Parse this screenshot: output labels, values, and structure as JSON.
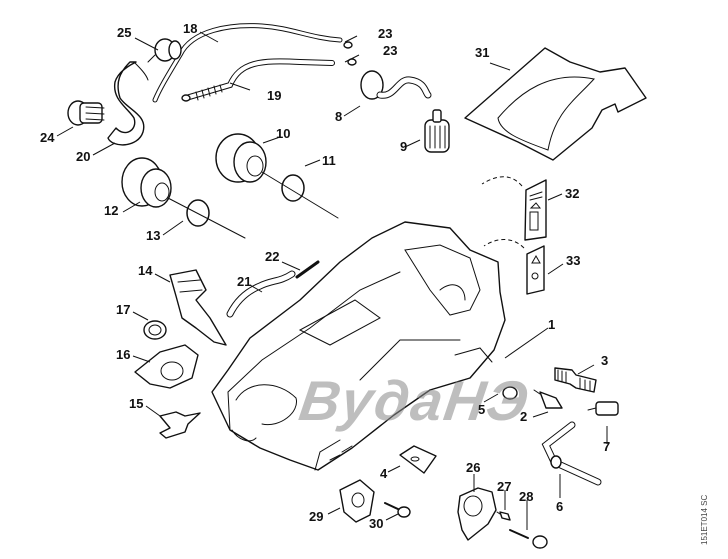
{
  "diagram": {
    "type": "exploded-parts-diagram",
    "drawing_code": "151ET014 SC",
    "watermark": "ВудаНЭ",
    "callouts": [
      {
        "id": "c1",
        "label": "1"
      },
      {
        "id": "c2",
        "label": "2"
      },
      {
        "id": "c3",
        "label": "3"
      },
      {
        "id": "c4",
        "label": "4"
      },
      {
        "id": "c5",
        "label": "5"
      },
      {
        "id": "c6",
        "label": "6"
      },
      {
        "id": "c7",
        "label": "7"
      },
      {
        "id": "c8",
        "label": "8"
      },
      {
        "id": "c9",
        "label": "9"
      },
      {
        "id": "c10",
        "label": "10"
      },
      {
        "id": "c11",
        "label": "11"
      },
      {
        "id": "c12",
        "label": "12"
      },
      {
        "id": "c13",
        "label": "13"
      },
      {
        "id": "c14",
        "label": "14"
      },
      {
        "id": "c15",
        "label": "15"
      },
      {
        "id": "c16",
        "label": "16"
      },
      {
        "id": "c17",
        "label": "17"
      },
      {
        "id": "c18",
        "label": "18"
      },
      {
        "id": "c19",
        "label": "19"
      },
      {
        "id": "c20",
        "label": "20"
      },
      {
        "id": "c21",
        "label": "21"
      },
      {
        "id": "c22",
        "label": "22"
      },
      {
        "id": "c23a",
        "label": "23"
      },
      {
        "id": "c23b",
        "label": "23"
      },
      {
        "id": "c24",
        "label": "24"
      },
      {
        "id": "c25",
        "label": "25"
      },
      {
        "id": "c26",
        "label": "26"
      },
      {
        "id": "c27",
        "label": "27"
      },
      {
        "id": "c28",
        "label": "28"
      },
      {
        "id": "c29",
        "label": "29"
      },
      {
        "id": "c30",
        "label": "30"
      },
      {
        "id": "c31",
        "label": "31"
      },
      {
        "id": "c32",
        "label": "32"
      },
      {
        "id": "c33",
        "label": "33"
      }
    ]
  }
}
